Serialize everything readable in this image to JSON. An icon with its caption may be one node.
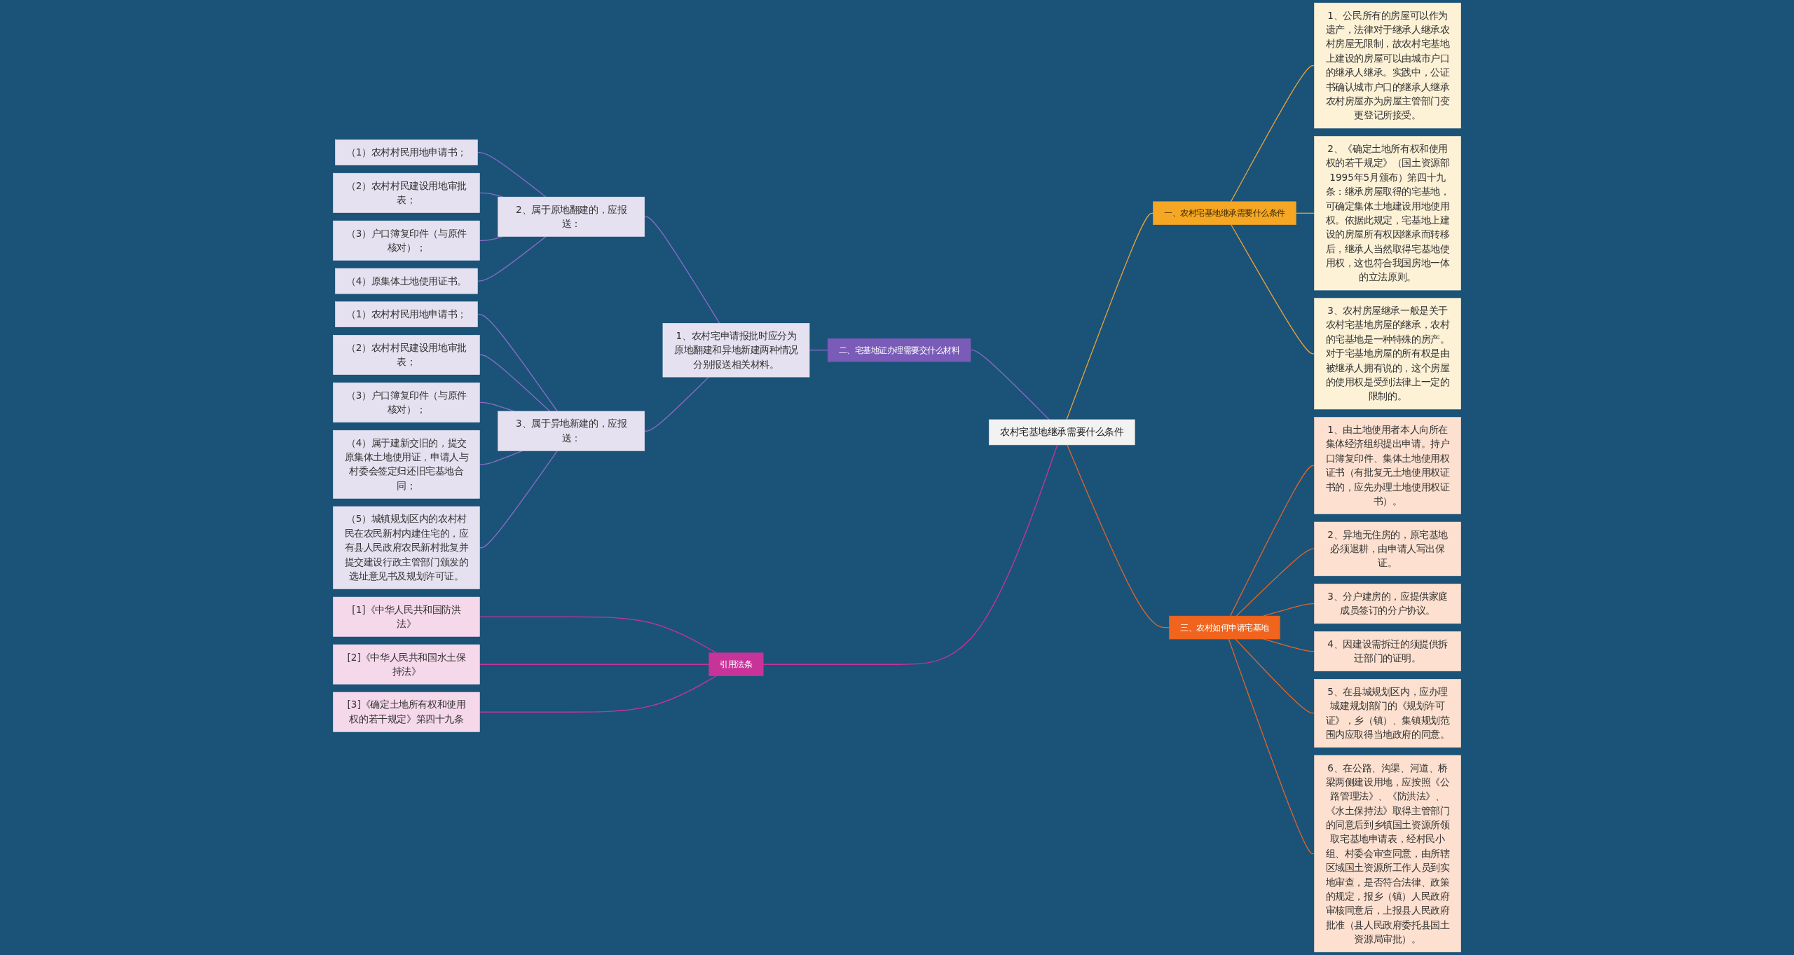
{
  "diagram": {
    "nodes": [
      {
        "text": [
          "农村宅基地继承需要什么条件"
        ]
      },
      {
        "text": [
          "一、农村宅基地继承需要什么条件"
        ]
      },
      {
        "text": [
          "1、公民所有的房屋可以作为遗产，法律对于继承人继承农村房屋无限制，故农村宅基地上建设的房屋可以由城市户口的继承人继承。实践中，公证书确认城市户口的继承人继承农村房屋亦为房屋主管部门变更登记所接受。"
        ]
      },
      {
        "text": [
          "2、《确定土地所有权和使用权的若干规定》（国土资源部1995年5月颁布）第四十九条：继承房屋取得的宅基地，可确定集体土地建设用地使用权。依据此规定，宅基地上建设的房屋所有权因继承而转移后，继承人当然取得宅基地使用权，这也符合我国房地一体的立法原则。"
        ]
      },
      {
        "text": [
          "3、农村房屋继承一般是关于农村宅基地房屋的继承，农村的宅基地是一种特殊的房产。对于宅基地房屋的所有权是由被继承人拥有说的，这个房屋的使用权是受到法律上一定的限制的。"
        ]
      },
      {
        "text": [
          "二、宅基地证办理需要交什么材料"
        ]
      },
      {
        "text": [
          "1、农村宅申请报批时应分为原地翻建和异地新建两种情况分别报送相关材料。"
        ]
      },
      {
        "text": [
          "2、属于原地翻建的，应报送："
        ]
      },
      {
        "text": [
          "（1）农村村民用地申请书；"
        ]
      },
      {
        "text": [
          "（2）农村村民建设用地审批表；"
        ]
      },
      {
        "text": [
          "（3）户口簿复印件（与原件核对）；"
        ]
      },
      {
        "text": [
          "（4）原集体土地使用证书。"
        ]
      },
      {
        "text": [
          "3、属于异地新建的，应报送："
        ]
      },
      {
        "text": [
          "（1）农村村民用地申请书；"
        ]
      },
      {
        "text": [
          "（2）农村村民建设用地审批表；"
        ]
      },
      {
        "text": [
          "（3）户口簿复印件（与原件核对）；"
        ]
      },
      {
        "text": [
          "（4）属于建新交旧的，提交原集体土地使用证，申请人与村委会签定归还旧宅基地合同；"
        ]
      },
      {
        "text": [
          "（5）城镇规划区内的农村村民在农民新村内建住宅的，应有县人民政府农民新村批复并提交建设行政主管部门颁发的选址意见书及规划许可证。"
        ]
      },
      {
        "text": [
          "三、农村如何申请宅基地"
        ]
      },
      {
        "text": [
          "1、由土地使用者本人向所在集体经济组织提出申请。持户口簿复印件、集体土地使用权证书（有批复无土地使用权证书的，应先办理土地使用权证书）。"
        ]
      },
      {
        "text": [
          "2、异地无住房的，原宅基地必须退耕，由申请人写出保证。"
        ]
      },
      {
        "text": [
          "3、分户建房的，应提供家庭成员签订的分户协议。"
        ]
      },
      {
        "text": [
          "4、因建设需拆迁的须提供拆迁部门的证明。"
        ]
      },
      {
        "text": [
          "5、在县城规划区内，应办理城建规划部门的《规划许可证》，乡（镇）、集镇规划范围内应取得当地政府的同意。"
        ]
      },
      {
        "text": [
          "6、在公路、沟渠、河道、桥梁两侧建设用地，应按照《公路管理法》、《防洪法》、《水土保持法》取得主管部门的同意后到乡镇国土资源所领取宅基地申请表，经村民小组、村委会审查同意，由所辖区域国土资源所工作人员到实地审查，是否符合法律、政策的规定，报乡（镇）人民政府审核同意后，上报县人民政府批准（县人民政府委托县国土资源局审批）。"
        ]
      },
      {
        "text": [
          "引用法条"
        ]
      },
      {
        "text": [
          "[1]《中华人民共和国防洪法》"
        ]
      },
      {
        "text": [
          "[2]《中华人民共和国水土保持法》"
        ]
      },
      {
        "text": [
          "[3]《确定土地所有权和使用权的若干规定》第四十九条"
        ]
      }
    ],
    "edges": [
      {
        "from": 0,
        "to": 1,
        "arrow": "none",
        "color": "#e8a13a"
      },
      {
        "from": 1,
        "to": 2,
        "arrow": "none",
        "color": "#e8a13a"
      },
      {
        "from": 1,
        "to": 3,
        "arrow": "none",
        "color": "#e8a13a"
      },
      {
        "from": 1,
        "to": 4,
        "arrow": "none",
        "color": "#e8a13a"
      },
      {
        "from": 5,
        "to": 0,
        "arrow": "none"
      },
      {
        "from": 6,
        "to": 5,
        "arrow": "none"
      },
      {
        "from": 7,
        "to": 6,
        "arrow": "none"
      },
      {
        "from": 8,
        "to": 7,
        "arrow": "none"
      },
      {
        "from": 9,
        "to": 7,
        "arrow": "none"
      },
      {
        "from": 10,
        "to": 7,
        "arrow": "none"
      },
      {
        "from": 11,
        "to": 7,
        "arrow": "none"
      },
      {
        "from": 12,
        "to": 6,
        "arrow": "none"
      },
      {
        "from": 13,
        "to": 12,
        "arrow": "none"
      },
      {
        "from": 14,
        "to": 12,
        "arrow": "none"
      },
      {
        "from": 15,
        "to": 12,
        "arrow": "none"
      },
      {
        "from": 16,
        "to": 12,
        "arrow": "none"
      },
      {
        "from": 17,
        "to": 12,
        "arrow": "none"
      },
      {
        "from": 0,
        "to": 18,
        "arrow": "none",
        "color": "#e0642a"
      },
      {
        "from": 18,
        "to": 19,
        "arrow": "none",
        "color": "#e0642a"
      },
      {
        "from": 18,
        "to": 20,
        "arrow": "none",
        "color": "#e0642a"
      },
      {
        "from": 18,
        "to": 21,
        "arrow": "none",
        "color": "#e0642a"
      },
      {
        "from": 18,
        "to": 22,
        "arrow": "none",
        "color": "#e0642a"
      },
      {
        "from": 18,
        "to": 23,
        "arrow": "none",
        "color": "#e0642a"
      },
      {
        "from": 18,
        "to": 24,
        "arrow": "none",
        "color": "#e0642a"
      },
      {
        "from": 25,
        "to": 0,
        "arrow": "none",
        "color": "#c8339a"
      },
      {
        "from": 26,
        "to": 25,
        "arrow": "none",
        "color": "#c8339a"
      },
      {
        "from": 27,
        "to": 25,
        "arrow": "none",
        "color": "#c8339a"
      },
      {
        "from": 28,
        "to": 25,
        "arrow": "none",
        "color": "#c8339a"
      }
    ]
  }
}
